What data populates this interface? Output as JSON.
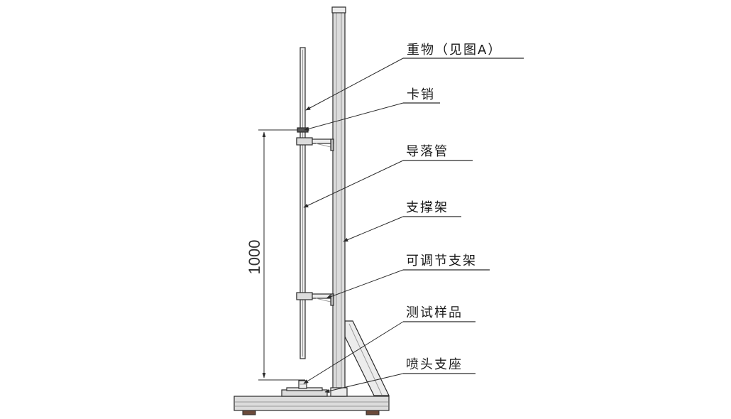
{
  "labels": {
    "weight": "重物（见图A）",
    "pin": "卡销",
    "guide_tube": "导落管",
    "support_frame": "支撑架",
    "adjustable_bracket": "可调节支架",
    "test_sample": "测试样品",
    "nozzle_seat": "喷头支座"
  },
  "dimension": {
    "value": "1000"
  }
}
